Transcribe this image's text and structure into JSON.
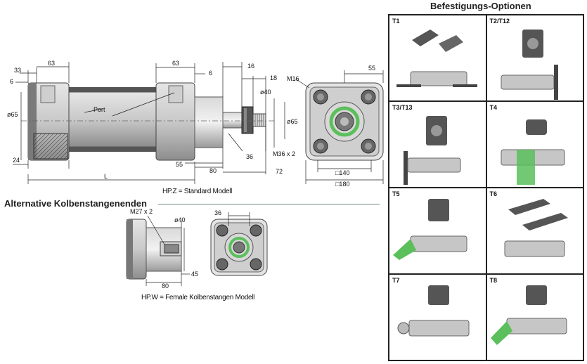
{
  "header": {
    "title": "Befestigungs-Optionen"
  },
  "standard_drawing": {
    "caption": "HP.Z = Standard Modell",
    "dims": {
      "d33": "33",
      "d6a": "6",
      "d63a": "63",
      "d63b": "63",
      "d6b": "6",
      "d16": "16",
      "d18": "18",
      "d40": "ø40",
      "d65a": "ø65",
      "d65b": "ø65",
      "dM36": "M36 x 2",
      "d36": "36",
      "d72": "72",
      "d55a": "55",
      "d80": "80",
      "d24": "24",
      "dL": "L",
      "port": "Port",
      "dM16": "M16",
      "d55b": "55",
      "d140": "□140",
      "d180": "□180"
    }
  },
  "alternative": {
    "title": "Alternative Kolbenstangenenden",
    "caption": "HP.W = Female Kolbenstangen Modell",
    "dims": {
      "dM27": "M27 x 2",
      "d40": "ø40",
      "d45": "45",
      "d80": "80",
      "d36": "36"
    }
  },
  "mount_options": [
    {
      "label": "T1"
    },
    {
      "label": "T2/T12"
    },
    {
      "label": "T3/T13"
    },
    {
      "label": "T4"
    },
    {
      "label": "T5"
    },
    {
      "label": "T6"
    },
    {
      "label": "T7"
    },
    {
      "label": "T8"
    }
  ],
  "colors": {
    "body": "#b9b9b9",
    "dark": "#4a4a4a",
    "green": "#5bbf5b"
  }
}
